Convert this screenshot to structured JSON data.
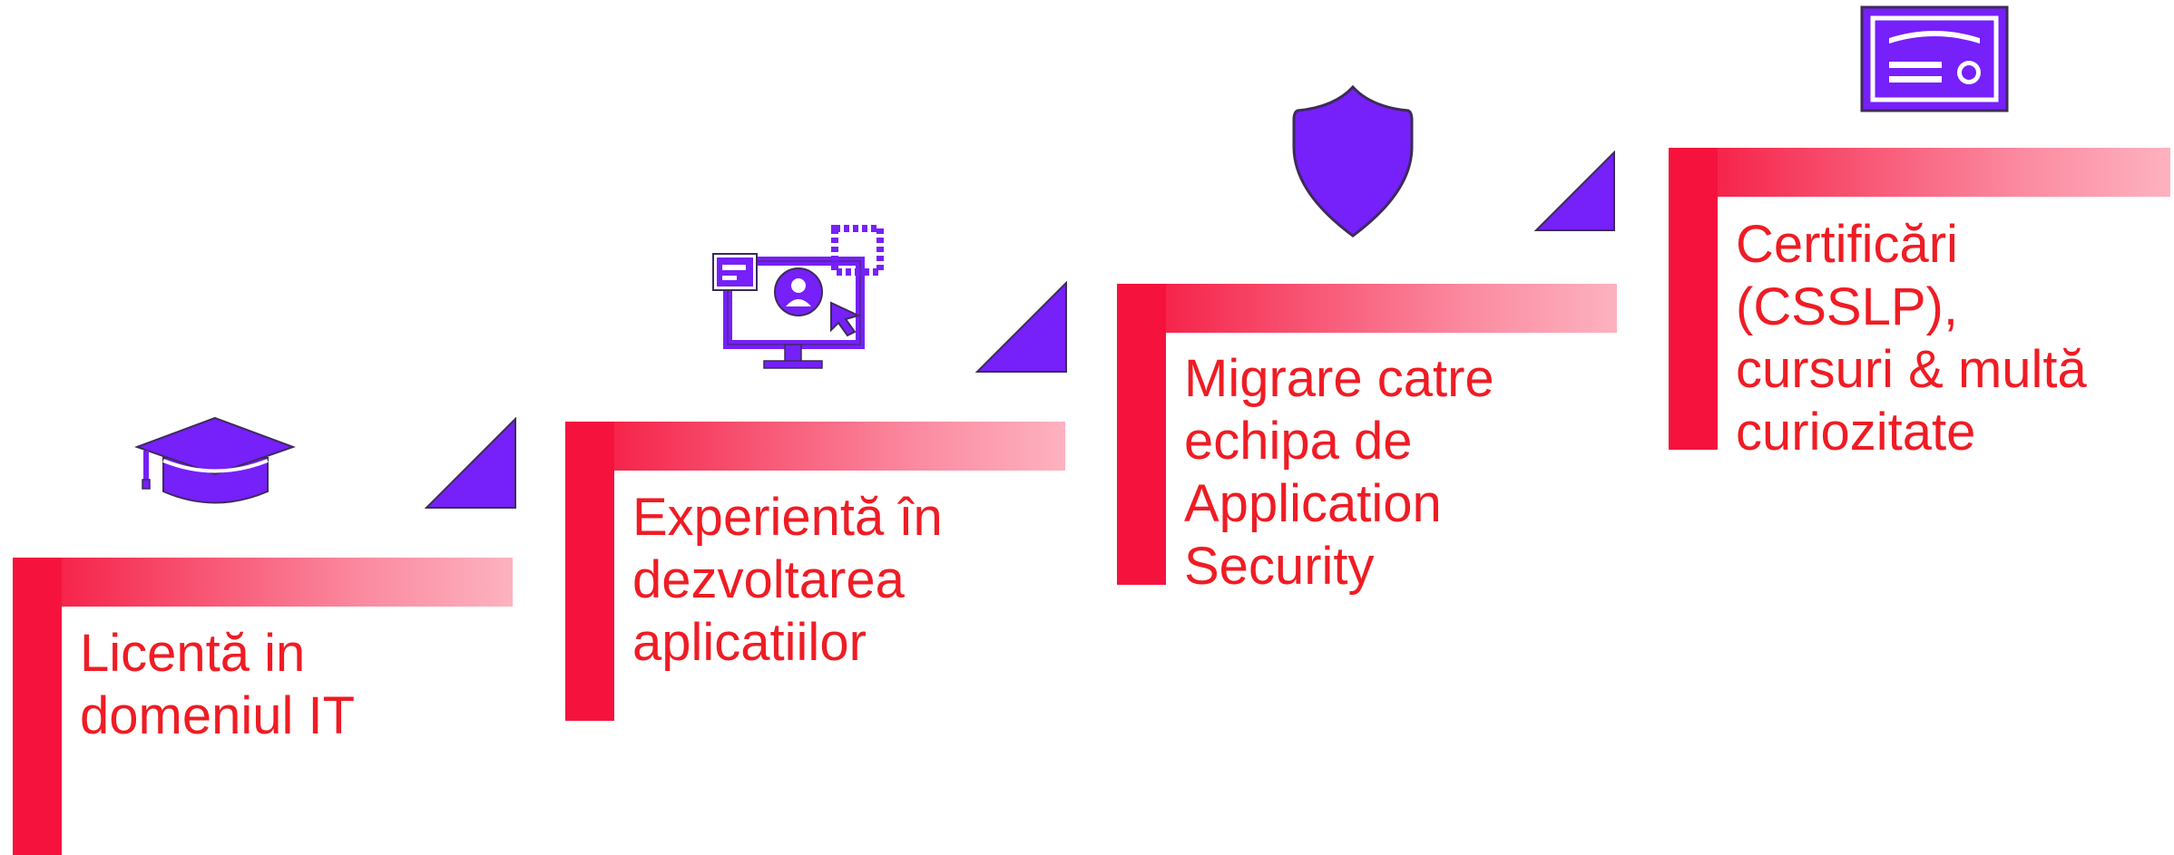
{
  "colors": {
    "accent_red": "#f5133d",
    "text_red": "#ef1c24",
    "icon_purple": "#7620fa",
    "outline": "#3d2b5a"
  },
  "steps": [
    {
      "text": "Licentă in\ndomeniul IT",
      "icon": "graduation-cap-icon"
    },
    {
      "text": "Experientă în\ndezvoltarea\naplicatiilor",
      "icon": "computer-user-interface-icon"
    },
    {
      "text": "Migrare catre\nechipa de\nApplication\nSecurity",
      "icon": "shield-icon"
    },
    {
      "text": "Certificări\n(CSSLP),\ncursuri & multă\ncuriozitate",
      "icon": "certificate-icon"
    }
  ]
}
